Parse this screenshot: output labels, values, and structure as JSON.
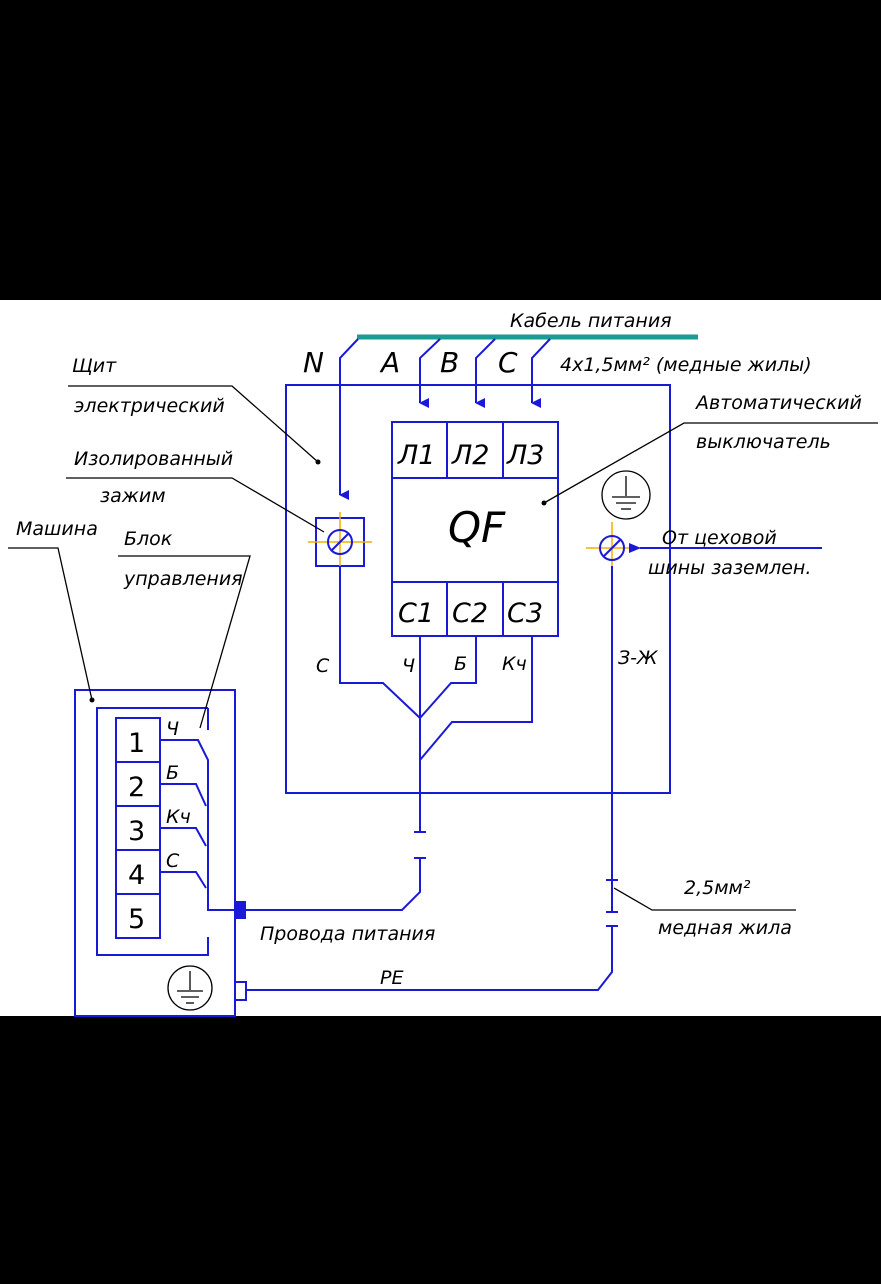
{
  "colors": {
    "background": "#000000",
    "paper": "#ffffff",
    "line": "#1a1ad6",
    "cable": "#1a9b93",
    "cross": "#f0b000",
    "text": "#000000"
  },
  "labels": {
    "cable_title": "Кабель питания",
    "phase_n": "N",
    "phase_a": "A",
    "phase_b": "B",
    "phase_c": "C",
    "cable_spec": "4x1,5мм² (медные жилы)",
    "panel_line1": "Щит",
    "panel_line2": "электрический",
    "breaker_line1": "Автоматический",
    "breaker_line2": "выключатель",
    "clamp_line1": "Изолированный",
    "clamp_line2": "зажим",
    "machine": "Машина",
    "control_line1": "Блок",
    "control_line2": "управления",
    "ground_line1": "От цеховой",
    "ground_line2": "шины заземлен.",
    "wire_c": "С",
    "wire_ch": "Ч",
    "wire_b": "Б",
    "wire_kch": "Кч",
    "wire_zh": "З-Ж",
    "power_wires": "Провода питания",
    "copper_size": "2,5мм²",
    "copper_core": "медная жила",
    "pe": "PE"
  },
  "breaker": {
    "name": "QF",
    "inputs": [
      "Л1",
      "Л2",
      "Л3"
    ],
    "outputs": [
      "С1",
      "С2",
      "С3"
    ]
  },
  "terminal_block": {
    "numbers": [
      "1",
      "2",
      "3",
      "4",
      "5"
    ],
    "wire_labels": [
      "Ч",
      "Б",
      "Кч",
      "С"
    ]
  }
}
